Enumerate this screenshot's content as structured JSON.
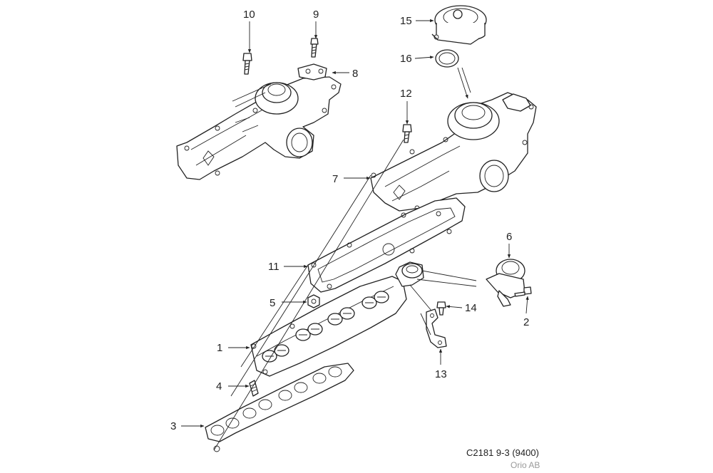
{
  "callouts": [
    {
      "id": "c1",
      "label": "1"
    },
    {
      "id": "c2",
      "label": "2"
    },
    {
      "id": "c3",
      "label": "3"
    },
    {
      "id": "c4",
      "label": "4"
    },
    {
      "id": "c5",
      "label": "5"
    },
    {
      "id": "c6",
      "label": "6"
    },
    {
      "id": "c7",
      "label": "7"
    },
    {
      "id": "c8",
      "label": "8"
    },
    {
      "id": "c9",
      "label": "9"
    },
    {
      "id": "c10",
      "label": "10"
    },
    {
      "id": "c11",
      "label": "11"
    },
    {
      "id": "c12",
      "label": "12"
    },
    {
      "id": "c13",
      "label": "13"
    },
    {
      "id": "c14",
      "label": "14"
    },
    {
      "id": "c15",
      "label": "15"
    },
    {
      "id": "c16",
      "label": "16"
    }
  ],
  "reference": {
    "code": "C2181 9-3 (9400)",
    "publisher": "Orio AB"
  },
  "colors": {
    "line": "#222222",
    "background": "#ffffff",
    "publisher_text": "#9a9a9a"
  }
}
